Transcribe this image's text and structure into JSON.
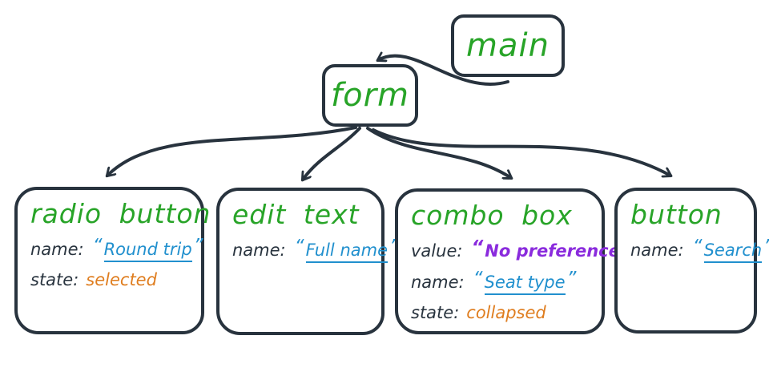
{
  "diagram_type": "accessibility-tree",
  "colors": {
    "ink": "#28333e",
    "green": "#28a428",
    "blue": "#2190ce",
    "orange": "#df7d1f",
    "purple": "#8a2bdd",
    "background": "#ffffff"
  },
  "nodes": {
    "main": {
      "label": "main"
    },
    "form": {
      "label": "form"
    },
    "radio": {
      "label": "radio button",
      "rows": [
        {
          "key": "name:",
          "open": "“",
          "value": "Round trip",
          "close": "”"
        },
        {
          "key": "state:",
          "value": "selected"
        }
      ]
    },
    "edit": {
      "label": "edit text",
      "rows": [
        {
          "key": "name:",
          "open": "“",
          "value": "Full name",
          "close": "”"
        }
      ]
    },
    "combo": {
      "label": "combo box",
      "rows": [
        {
          "key": "value:",
          "open": "“",
          "value": "No preference",
          "close": "”"
        },
        {
          "key": "name:",
          "open": "“",
          "value": "Seat type",
          "close": "”"
        },
        {
          "key": "state:",
          "value": "collapsed"
        }
      ]
    },
    "button": {
      "label": "button",
      "rows": [
        {
          "key": "name:",
          "open": "“",
          "value": "Search",
          "close": "”"
        }
      ]
    }
  },
  "edges": [
    {
      "from": "main",
      "to": "form"
    },
    {
      "from": "form",
      "to": "radio button"
    },
    {
      "from": "form",
      "to": "edit text"
    },
    {
      "from": "form",
      "to": "combo box"
    },
    {
      "from": "form",
      "to": "button"
    }
  ]
}
